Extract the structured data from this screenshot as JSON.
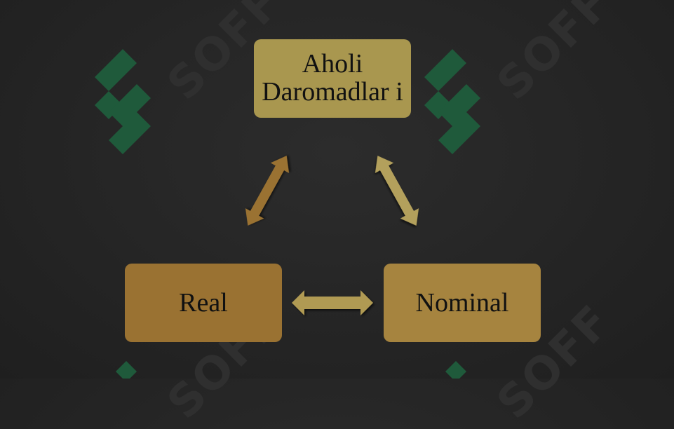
{
  "diagram": {
    "nodes": [
      {
        "id": "top",
        "label": "Aholi Daromadlar i"
      },
      {
        "id": "left",
        "label": "Real"
      },
      {
        "id": "right",
        "label": "Nominal"
      }
    ],
    "edges": [
      {
        "from": "top",
        "to": "left",
        "bidirectional": true
      },
      {
        "from": "top",
        "to": "right",
        "bidirectional": true
      },
      {
        "from": "left",
        "to": "right",
        "bidirectional": true
      }
    ]
  },
  "watermark": {
    "text": "SOFF"
  },
  "colors": {
    "background": "#242424",
    "top_box": "#a9974f",
    "left_box": "#9a7232",
    "right_box": "#a6843f",
    "arrow_left": "#9a7232",
    "arrow_right": "#b3a05b",
    "arrow_bottom": "#b09a52",
    "logo_green": "#1f5a3b"
  }
}
